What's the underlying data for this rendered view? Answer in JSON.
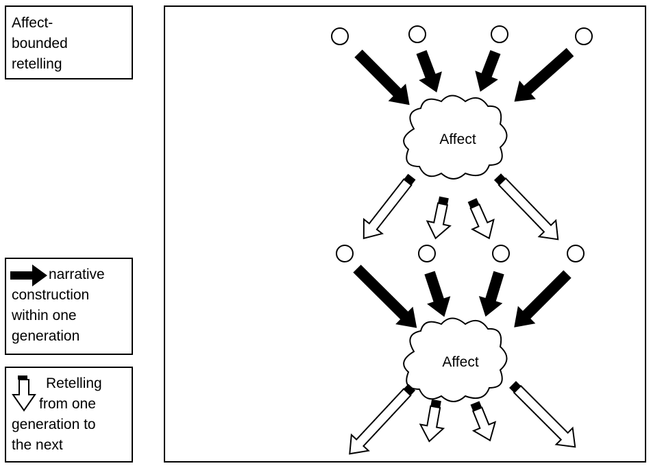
{
  "title_box": {
    "text": "Affect-\nbounded\nretelling"
  },
  "legend": {
    "narrative": {
      "line1": "narrative",
      "rest": "construction\nwithin one\ngeneration"
    },
    "retelling": {
      "line1": "Retelling",
      "line2": "from one",
      "rest": "generation to\nthe next"
    }
  },
  "diagram": {
    "affect_top": "Affect",
    "affect_bottom": "Affect"
  }
}
